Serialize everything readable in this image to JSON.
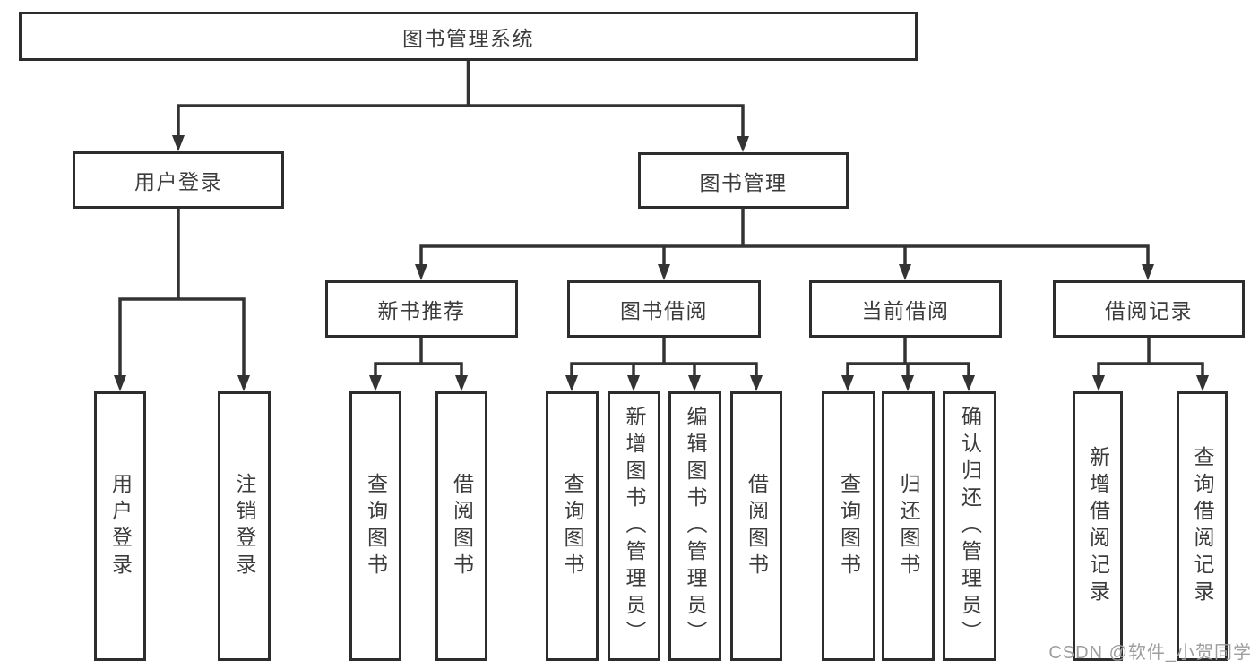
{
  "diagram": {
    "title": "图书管理系统",
    "level2": [
      {
        "label": "用户登录",
        "children": [
          "用户登录",
          "注销登录"
        ]
      },
      {
        "label": "图书管理"
      }
    ],
    "level3": [
      {
        "label": "新书推荐",
        "children": [
          "查询图书",
          "借阅图书"
        ]
      },
      {
        "label": "图书借阅",
        "children": [
          "查询图书",
          "新增图书（管理员）",
          "编辑图书（管理员）",
          "借阅图书"
        ]
      },
      {
        "label": "当前借阅",
        "children": [
          "查询图书",
          "归还图书",
          "确认归还（管理员）"
        ]
      },
      {
        "label": "借阅记录",
        "children": [
          "新增借阅记录",
          "查询借阅记录"
        ]
      }
    ]
  },
  "watermark": "CSDN @软件_小贺同学",
  "colors": {
    "line": "#333333",
    "box_border": "#2d2d2d",
    "text": "#3c3c3c",
    "background": "#ffffff",
    "watermark": "#9e9e9e"
  }
}
